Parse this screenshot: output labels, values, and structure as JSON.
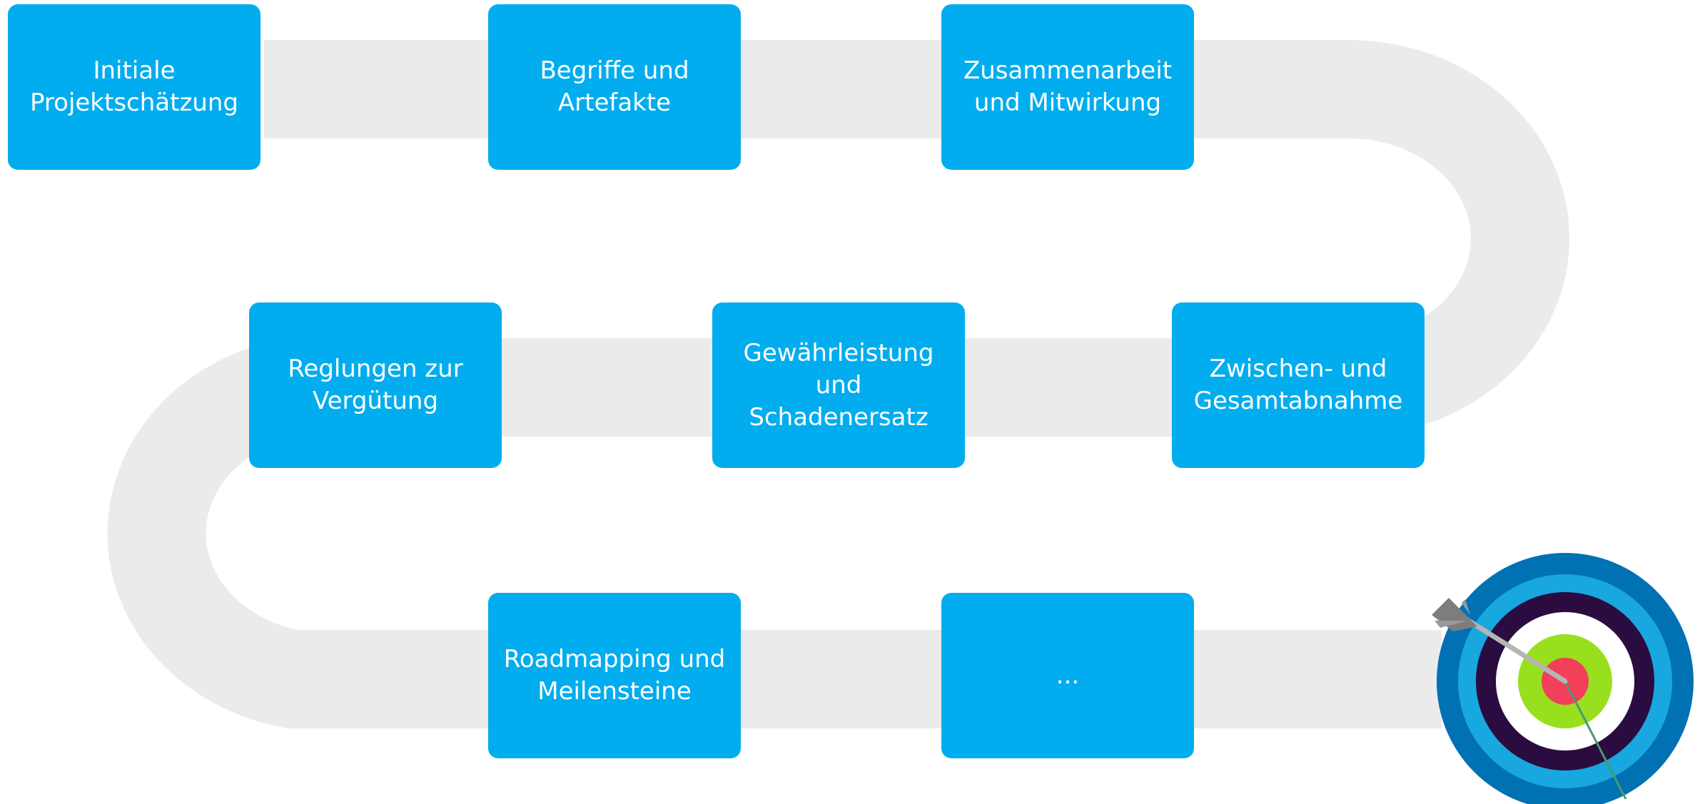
{
  "colors": {
    "box": "#01adee",
    "box_text": "#ffffff",
    "path": "#ebebeb",
    "target_rings": [
      "#0071b3",
      "#18a7df",
      "#2b0c40",
      "#ffffff",
      "#98e01e",
      "#f23f5a"
    ],
    "arrow": "#8a8a8a"
  },
  "steps": [
    {
      "label": "Initiale\nProjektschätzung"
    },
    {
      "label": "Begriffe und\nArtefakte"
    },
    {
      "label": "Zusammenarbeit\nund Mitwirkung"
    },
    {
      "label": "Reglungen zur\nVergütung"
    },
    {
      "label": "Gewährleistung und\nSchadenersatz"
    },
    {
      "label": "Zwischen- und\nGesamtabnahme"
    },
    {
      "label": "Roadmapping und\nMeilensteine"
    },
    {
      "label": "..."
    }
  ],
  "goal_icon": "target-with-arrow-icon"
}
